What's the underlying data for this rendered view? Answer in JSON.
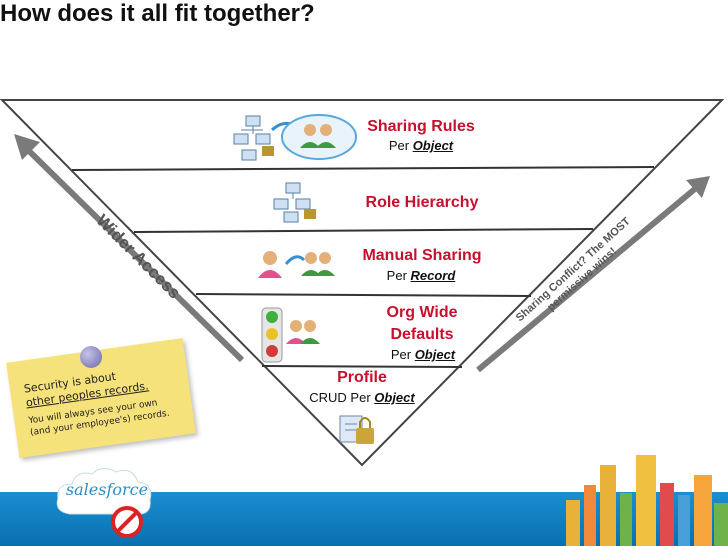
{
  "title": "How does it all fit together?",
  "layers": [
    {
      "title": "Sharing Rules",
      "subtitle_prefix": "Per ",
      "subtitle_emph": "Object"
    },
    {
      "title": "Role Hierarchy"
    },
    {
      "title": "Manual Sharing",
      "subtitle_prefix": "Per ",
      "subtitle_emph": "Record"
    },
    {
      "title_line1": "Org Wide",
      "title_line2": "Defaults",
      "subtitle_prefix": "Per ",
      "subtitle_emph": "Object"
    },
    {
      "title": "Profile",
      "subtitle_prefix": "CRUD Per ",
      "subtitle_emph": "Object"
    }
  ],
  "left_label": "Wider Access",
  "right_label_line1": "Sharing Conflict? The MOST",
  "right_label_line2": "permissive wins!",
  "note": {
    "line1": "Security is about",
    "line2": "other peoples records.",
    "line3": "You will always see your own",
    "line4": "(and your employee's) records."
  },
  "logo_text": "salesforce",
  "colors": {
    "accent": "#c8102e",
    "footer": "#1a8fd0",
    "sticky": "#f6e27a",
    "arrow": "#7a7a7a"
  }
}
